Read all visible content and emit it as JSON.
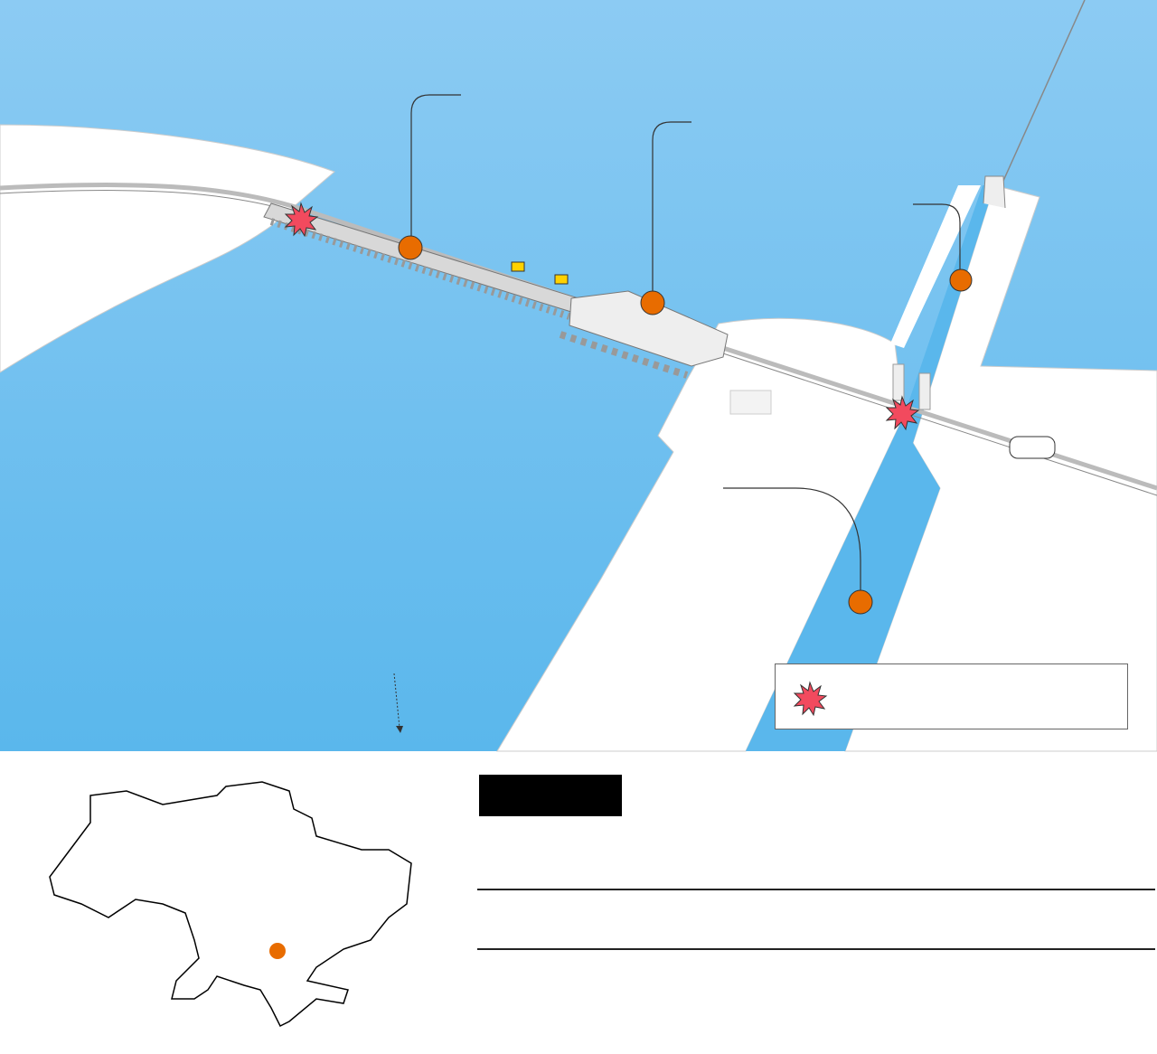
{
  "colors": {
    "water_top": "#8ccbf3",
    "water_bottom": "#5ab7ec",
    "land": "#ffffff",
    "marker": "#e86c00",
    "explosion": "#f24a5e",
    "title_block": "#000000"
  },
  "markers": [
    {
      "icon": "marker-dot"
    },
    {
      "icon": "marker-dot"
    },
    {
      "icon": "marker-dot"
    },
    {
      "icon": "marker-dot"
    }
  ],
  "explosions": [
    {
      "icon": "explosion-star"
    },
    {
      "icon": "explosion-star"
    }
  ],
  "legend": {
    "icon": "explosion-star"
  },
  "locator_map": {
    "marker_icon": "marker-dot"
  }
}
